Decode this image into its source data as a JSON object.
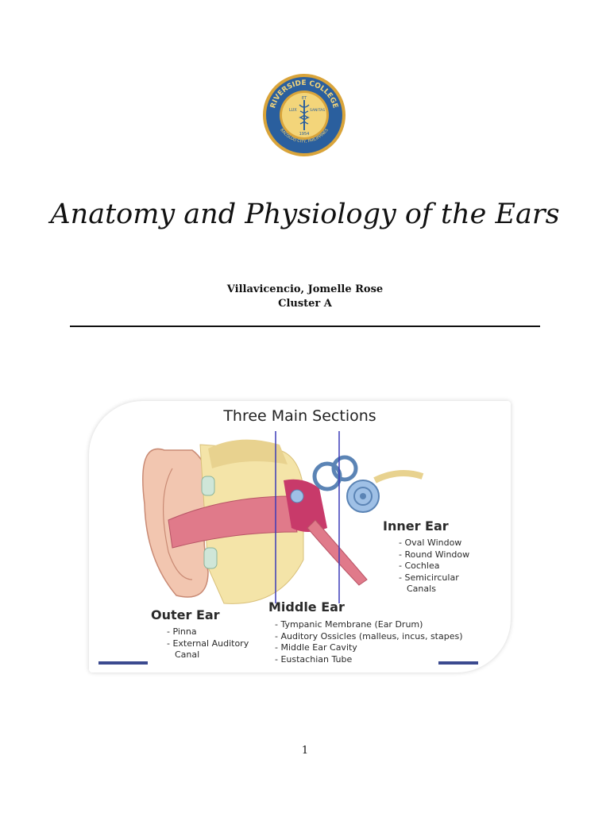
{
  "logo": {
    "name": "RIVERSIDE COLLEGE",
    "motto_left": "LUX",
    "motto_mid": "ET",
    "motto_right": "SANITAS",
    "year": "1954",
    "location": "BACOLOD CITY, PHILIPPINES",
    "colors": {
      "ring": "#2a5f9e",
      "gold": "#d9a43a",
      "center": "#f3d57a"
    }
  },
  "title": "Anatomy and Physiology of the Ears",
  "author": "Villavicencio, Jomelle Rose",
  "cluster": "Cluster A",
  "figure": {
    "title": "Three Main Sections",
    "outer": {
      "heading": "Outer Ear",
      "items": [
        "Pinna",
        "External Auditory",
        "Canal"
      ]
    },
    "middle": {
      "heading": "Middle Ear",
      "items": [
        "Tympanic Membrane (Ear Drum)",
        "Auditory Ossicles (malleus, incus, stapes)",
        "Middle Ear Cavity",
        "Eustachian Tube"
      ]
    },
    "inner": {
      "heading": "Inner Ear",
      "items": [
        "Oval Window",
        "Round Window",
        "Cochlea",
        "Semicircular",
        "Canals"
      ]
    },
    "colors": {
      "divider": "#3b3bb8",
      "skin": "#f2c6b0",
      "canal": "#e07a8a",
      "bone": "#f4e4a8",
      "inner": "#9fc0e6",
      "tube": "#c83a6a"
    }
  },
  "page_number": "1"
}
